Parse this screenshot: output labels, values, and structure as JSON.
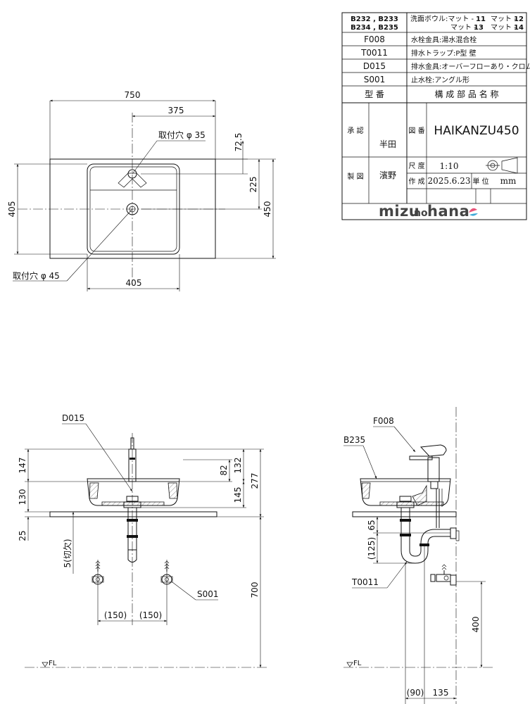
{
  "title_block": {
    "rows": [
      {
        "code_line1": "B232 , B233",
        "code_line2": "B234 , B235",
        "desc_prefix": "洗面ボウル:マット -",
        "desc_a": "11",
        "desc_b": "マット -",
        "desc_c": "12",
        "desc2_a": "マット -",
        "desc2_b": "13",
        "desc2_c": "マット -",
        "desc2_d": "14"
      },
      {
        "code": "F008",
        "desc": "水栓金具:湯水混合栓"
      },
      {
        "code": "T0011",
        "desc": "排水トラップ:P型 壁"
      },
      {
        "code": "D015",
        "desc": "排水金具:オーバーフローあり・クロム"
      },
      {
        "code": "S001",
        "desc": "止水栓:アングル形"
      }
    ],
    "header_code": "型 番",
    "header_desc": "構 成 部 品 名 称",
    "approve_label": "承 認",
    "approver": "半田",
    "drawing_no_label": "図 番",
    "drawing_no": "HAIKANZU450",
    "drafted_label": "製 図",
    "drafter": "濱野",
    "scale_label": "尺 度",
    "scale": "1:10",
    "created_label": "作 成",
    "created": "2025.6.23",
    "unit_label": "単 位",
    "unit": "mm",
    "logo_a": "mizu",
    "logo_b": "no",
    "logo_c": "hana"
  },
  "plan_view": {
    "dim_width": "750",
    "dim_half": "375",
    "dim_basin": "405",
    "dim_depth_left": "405",
    "dim_depth_right": "450",
    "dim_225": "225",
    "dim_72_5": "72.5",
    "hole_faucet": "取付穴 φ 35",
    "hole_drain": "取付穴 φ 45"
  },
  "front_view": {
    "label_drain": "D015",
    "label_valve": "S001",
    "dim_147": "147",
    "dim_130": "130",
    "dim_25": "25",
    "dim_cutout": "5(切欠)",
    "dim_82": "82",
    "dim_132": "132",
    "dim_145": "145",
    "dim_277": "277",
    "dim_700": "700",
    "dim_150_left": "(150)",
    "dim_150_right": "(150)",
    "floor": "FL"
  },
  "side_view": {
    "label_faucet": "F008",
    "label_bowl": "B235",
    "label_trap": "T0011",
    "dim_65": "65",
    "dim_125": "(125)",
    "dim_400": "400",
    "dim_90": "(90)",
    "dim_135": "135",
    "floor": "FL"
  }
}
